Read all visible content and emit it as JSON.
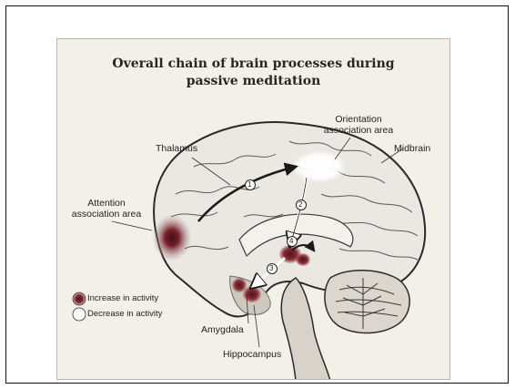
{
  "diagram": {
    "title_line1": "Overall chain of brain processes during",
    "title_line2": "passive meditation",
    "labels": {
      "orientation_line1": "Orientation",
      "orientation_line2": "association area",
      "thalamus": "Thalamus",
      "midbrain": "Midbrain",
      "attention_line1": "Attention",
      "attention_line2": "association area",
      "amygdala": "Amygdala",
      "hippocampus": "Hippocampus"
    },
    "steps": [
      "1",
      "2",
      "3",
      "4"
    ],
    "legend": {
      "increase": "Increase in activity",
      "decrease": "Decrease in activity"
    }
  },
  "colors": {
    "increase": "#7a1f2a",
    "decrease": "#ffffff",
    "brain_fill": "#e9e6e0",
    "outline": "#2a2a2a",
    "arrow": "#1a1a1a"
  }
}
